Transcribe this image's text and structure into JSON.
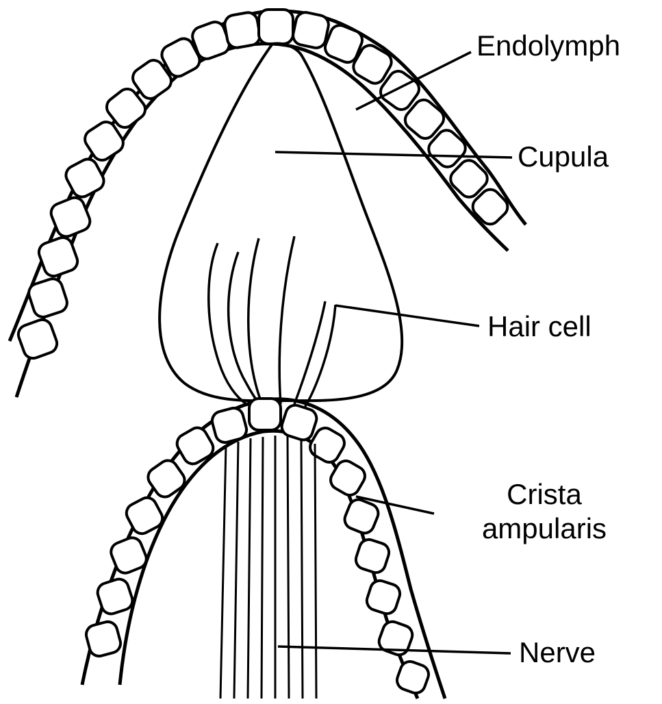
{
  "labels": {
    "endolymph": "Endolymph",
    "cupula": "Cupula",
    "hair_cell": "Hair cell",
    "crista_line1": "Crista",
    "crista_line2": "ampularis",
    "nerve": "Nerve"
  },
  "colors": {
    "ink": "#000000",
    "background": "#ffffff"
  }
}
